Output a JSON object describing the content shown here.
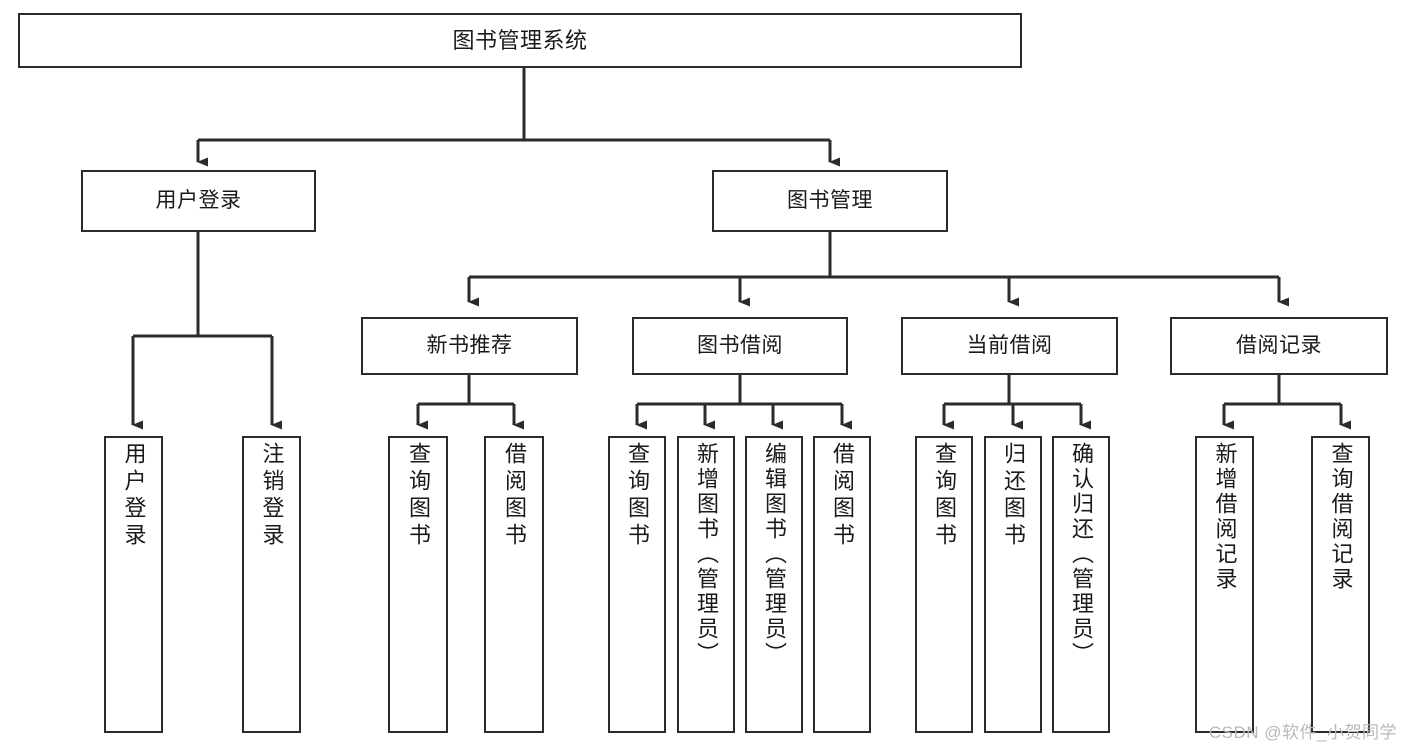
{
  "diagram": {
    "title": "图书管理系统",
    "type": "tree-functional-structure",
    "watermark": "CSDN @软件_小贺同学",
    "line_color": "#2b2b2b",
    "box_fill": "#ffffff",
    "text_color": "#1a1a1a"
  },
  "nodes": {
    "root": {
      "label": "图书管理系统"
    },
    "level2": [
      {
        "label": "用户登录"
      },
      {
        "label": "图书管理"
      }
    ],
    "level3": [
      {
        "label": "新书推荐"
      },
      {
        "label": "图书借阅"
      },
      {
        "label": "当前借阅"
      },
      {
        "label": "借阅记录"
      }
    ],
    "leaves": {
      "user_login": [
        {
          "label": "用户登录"
        },
        {
          "label": "注销登录"
        }
      ],
      "new_book_recommend": [
        {
          "label": "查询图书"
        },
        {
          "label": "借阅图书"
        }
      ],
      "book_borrow": [
        {
          "label": "查询图书"
        },
        {
          "label": "新增图书（管理员）"
        },
        {
          "label": "编辑图书（管理员）"
        },
        {
          "label": "借阅图书"
        }
      ],
      "current_borrow": [
        {
          "label": "查询图书"
        },
        {
          "label": "归还图书"
        },
        {
          "label": "确认归还（管理员）"
        }
      ],
      "borrow_record": [
        {
          "label": "新增借阅记录"
        },
        {
          "label": "查询借阅记录"
        }
      ]
    }
  }
}
